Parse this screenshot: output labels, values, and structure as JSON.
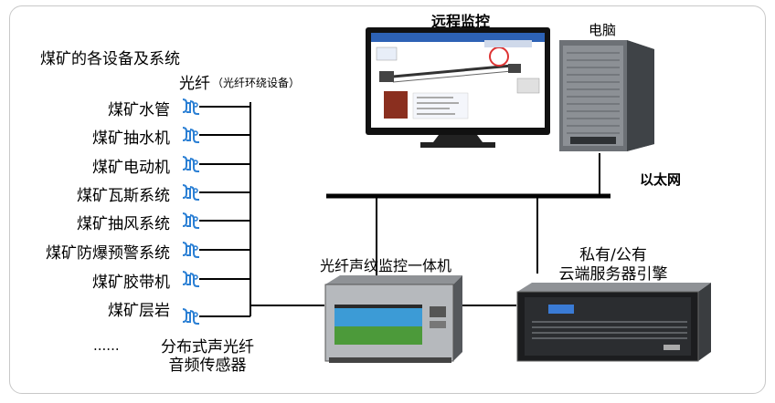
{
  "titles": {
    "systems_heading": "煤矿的各设备及系统",
    "fiber": "光纤",
    "fiber_note": "（光纤环绕设备）",
    "remote_monitor": "远程监控",
    "computer": "电脑",
    "ethernet": "以太网",
    "host": "光纤声纹监控一体机",
    "server_line1": "私有/公有",
    "server_line2": "云端服务器引擎",
    "sensor_line1": "分布式声光纤",
    "sensor_line2": "音频传感器",
    "ellipsis": "......"
  },
  "equipment": [
    "煤矿水管",
    "煤矿抽水机",
    "煤矿电动机",
    "煤矿瓦斯系统",
    "煤矿抽风系统",
    "煤矿防爆预警系统",
    "煤矿胶带机",
    "煤矿层岩"
  ],
  "colors": {
    "sensor_icon": "#2a7fd4",
    "line": "#000000",
    "monitor_screen": "#ffffff",
    "host_screen": "#3c9bd6"
  }
}
